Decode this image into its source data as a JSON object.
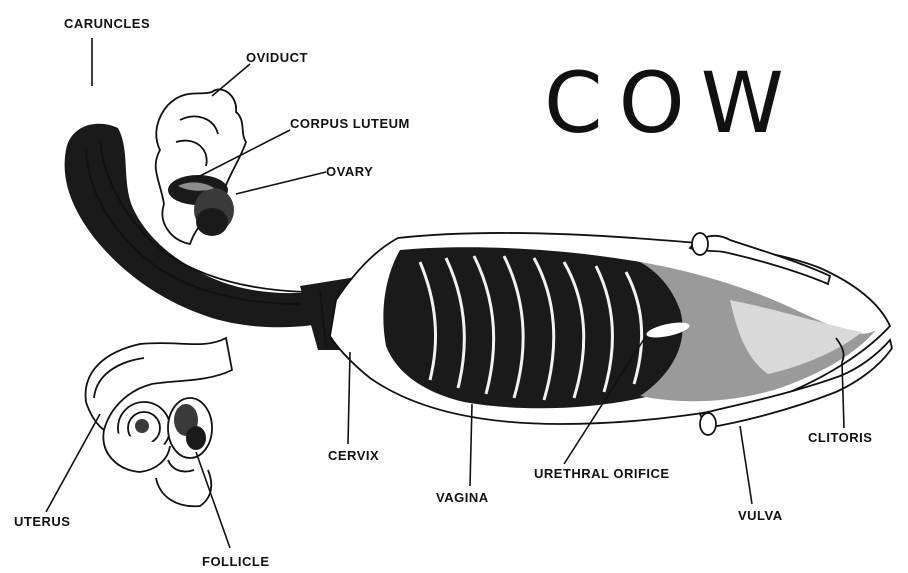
{
  "title": "COW",
  "labels": {
    "caruncles": "CARUNCLES",
    "oviduct": "OVIDUCT",
    "corpus_luteum": "CORPUS LUTEUM",
    "ovary": "OVARY",
    "cervix": "CERVIX",
    "vagina": "VAGINA",
    "urethral_orifice": "URETHRAL ORIFICE",
    "vulva": "VULVA",
    "clitoris": "CLITORIS",
    "uterus": "UTERUS",
    "follicle": "FOLLICLE"
  }
}
